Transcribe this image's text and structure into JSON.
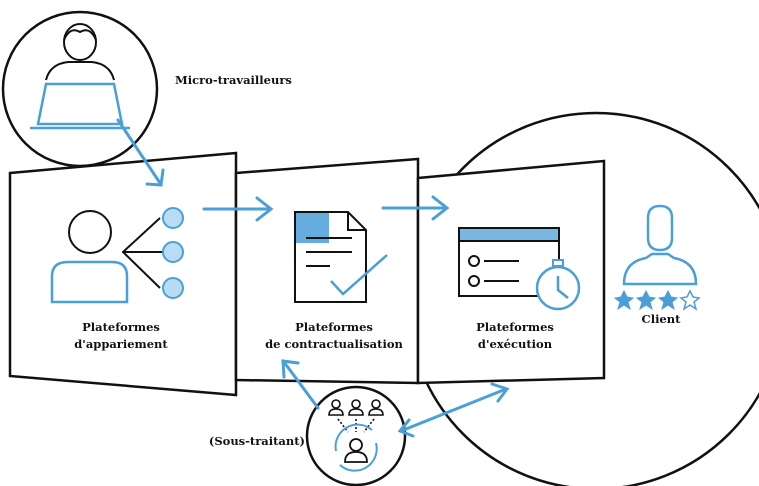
{
  "labels": {
    "micro_workers": "Micro-travailleurs",
    "platform_matching_l1": "Plateformes",
    "platform_matching_l2": "d'appariement",
    "platform_contracting_l1": "Plateformes",
    "platform_contracting_l2": "de contractualisation",
    "platform_execution_l1": "Plateformes",
    "platform_execution_l2": "d'exécution",
    "client": "Client",
    "subcontractor": "(Sous-traitant)"
  },
  "colors": {
    "accent": "#4a9fd8",
    "accent_light": "#b9dcf2",
    "ink": "#111111"
  },
  "icons": {
    "micro_workers": "person-at-laptop-icon",
    "matching": "person-network-icon",
    "contracting": "contract-document-checkmark-icon",
    "execution": "browser-window-stopwatch-icon",
    "client": "user-silhouette-icon",
    "rating": "four-star-rating-icon",
    "subcontractor": "group-rotating-person-icon"
  }
}
